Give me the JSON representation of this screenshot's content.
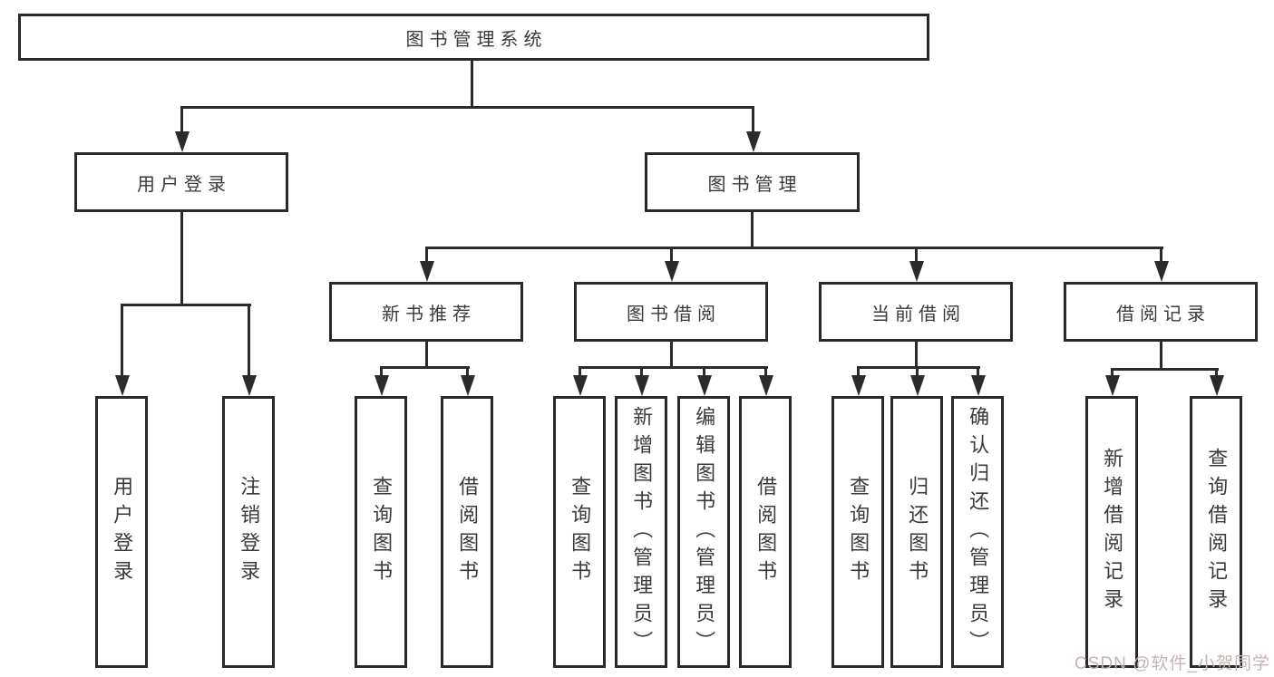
{
  "diagram": {
    "root": {
      "label": "图书管理系统"
    },
    "level2": [
      {
        "label": "用户登录"
      },
      {
        "label": "图书管理"
      }
    ],
    "level3": [
      {
        "label": "新书推荐"
      },
      {
        "label": "图书借阅"
      },
      {
        "label": "当前借阅"
      },
      {
        "label": "借阅记录"
      }
    ],
    "leaves": [
      {
        "label": "用户登录"
      },
      {
        "label": "注销登录"
      },
      {
        "label": "查询图书"
      },
      {
        "label": "借阅图书"
      },
      {
        "label": "查询图书"
      },
      {
        "label": "新增图书（管理员）"
      },
      {
        "label": "编辑图书（管理员）"
      },
      {
        "label": "借阅图书"
      },
      {
        "label": "查询图书"
      },
      {
        "label": "归还图书"
      },
      {
        "label": "确认归还（管理员）"
      },
      {
        "label": "新增借阅记录"
      },
      {
        "label": "查询借阅记录"
      }
    ]
  },
  "watermark": {
    "text": "CSDN @软件_小贺同学"
  },
  "colors": {
    "line": "#2b2b2b",
    "box_border": "#2a2a2a",
    "box_fill": "#ffffff",
    "text": "#3a3a3a",
    "watermark": "#c6b4b4",
    "background": "#ffffff"
  }
}
